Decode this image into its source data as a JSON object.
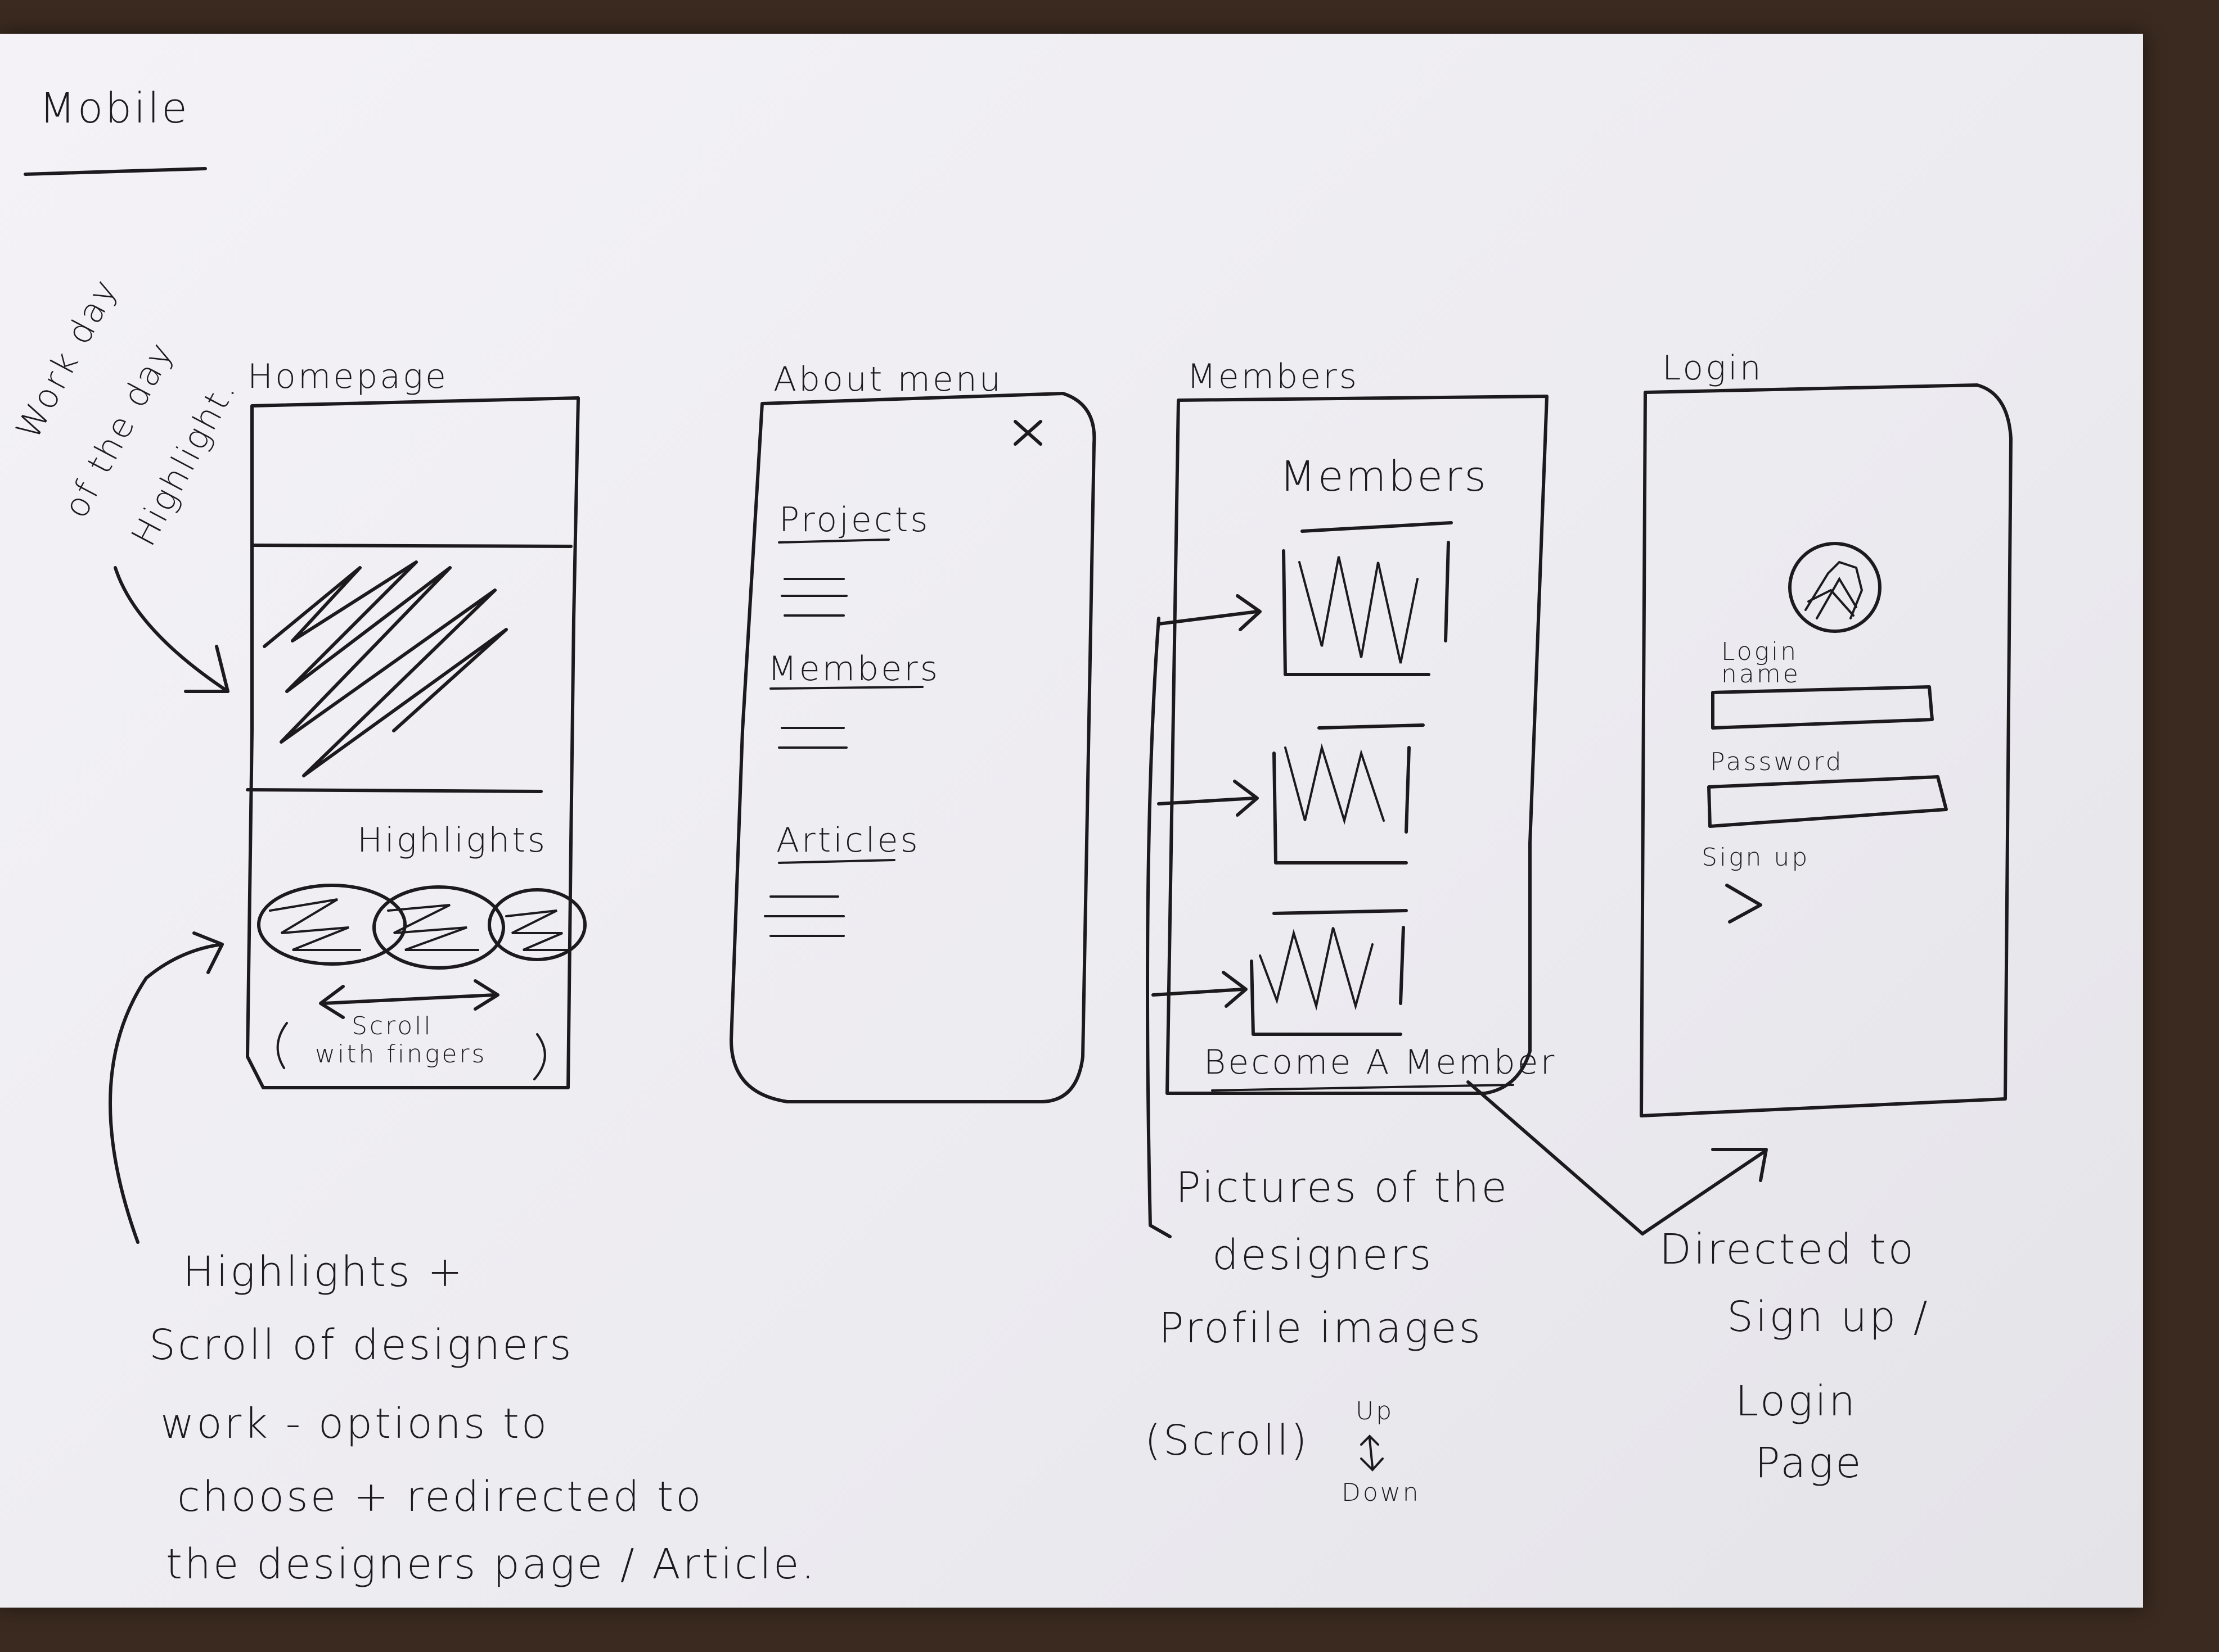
{
  "sheet": {
    "title": "Mobile"
  },
  "homepage": {
    "label": "Homepage",
    "side_note": [
      "Work day",
      "of the day",
      "Highlight."
    ],
    "highlights_label": "Highlights",
    "scroll_hint": [
      "Scroll",
      "with fingers"
    ]
  },
  "about_menu": {
    "label": "About menu",
    "close_glyph": "×",
    "sections": [
      "Projects",
      "Members",
      "Articles"
    ]
  },
  "members": {
    "label": "Members",
    "heading": "Members",
    "cta": "Become A Member"
  },
  "login": {
    "label": "Login",
    "login_name_label": "Login name",
    "password_label": "Password",
    "sign_up_label": "Sign up",
    "sign_up_arrow": ">"
  },
  "notes": {
    "homepage": [
      "Highlights +",
      "Scroll of designers",
      "work - options to",
      "choose + redirected to",
      "the designers page / Article."
    ],
    "members": [
      "Pictures of the",
      "designers",
      "Profile images",
      "(Scroll)"
    ],
    "scroll_up": "Up",
    "scroll_down": "Down",
    "login": [
      "Directed to",
      "Sign up /",
      "Login",
      "Page"
    ]
  }
}
